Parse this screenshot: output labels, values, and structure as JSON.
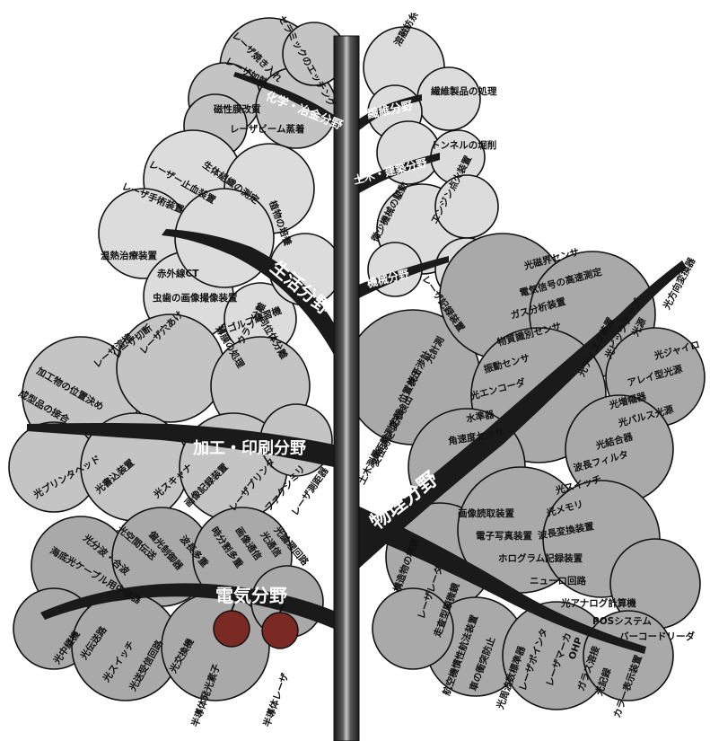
{
  "colors": {
    "cloud_light": "#dcdcdc",
    "cloud_mid": "#c4c4c4",
    "cloud_dark": "#a9a9a9",
    "branch": "#1a1a1a",
    "trunk_highlight": "#c8c8c8",
    "apple": "#7a2a22"
  },
  "categories": [
    {
      "id": "chemistry",
      "name": "化学・冶金分野",
      "items": [
        "セラミックのエッチング",
        "レーザ焼き入れ",
        "レーザ加熱",
        "磁性膜改質",
        "レーザビーム蒸着"
      ]
    },
    {
      "id": "textile",
      "name": "繊維分野",
      "items": [
        "溶融紡糸",
        "繊維製品の処理"
      ]
    },
    {
      "id": "civil",
      "name": "土木・建築分野",
      "items": [
        "トンネルの堀削"
      ]
    },
    {
      "id": "machine",
      "name": "機械分野",
      "items": [
        "微少機械の駆動",
        "エンジン点火装置",
        "レーザ記録装置"
      ]
    },
    {
      "id": "life",
      "name": "生活分野",
      "items": [
        "生体組織の測定",
        "レーザー止血装置",
        "レーザ手術装置",
        "温熱治療装置",
        "赤外線CT",
        "虫歯の画像撮像装置",
        "植物の培養",
        "ゴルフ練習機"
      ]
    },
    {
      "id": "printing",
      "name": "加工・印刷分野",
      "items": [
        "加工物の位置決め",
        "成型品の接合",
        "レーザ溶接",
        "レーザ切断",
        "レーザ穴あけ",
        "薄膜の処理",
        "ウラン分離",
        "同位体分離",
        "光プリンタヘッド",
        "光書込装置",
        "光スキャナ",
        "画像記録装置",
        "レーザプリンタ",
        "ファクシミリ",
        "レーザ測距器"
      ]
    },
    {
      "id": "electric",
      "name": "電気分野",
      "items": [
        "海底光ケーブル用中継器",
        "光分波・合波",
        "光空間伝送",
        "偏光制御器",
        "波長多重",
        "時分割多重",
        "画像通信",
        "光通信",
        "光論理回路",
        "光中継機",
        "光伝送路",
        "光スイッチ",
        "光送受信回路",
        "光交換機",
        "半導体発光素子",
        "半導体レーザ"
      ]
    },
    {
      "id": "physics",
      "name": "物理分野",
      "items": [
        "光磁界センサ",
        "電気信号の高速測定",
        "ガス分析装置",
        "物質識別センサ",
        "振動センサ",
        "光エンコーダ",
        "水準器",
        "角速度センサ",
        "光計測",
        "光干渉計",
        "位置検出",
        "変形検出",
        "距離測定器",
        "変位測定",
        "土木測量",
        "光ディスク装置",
        "光ピックアップ",
        "光方向変換器",
        "光源",
        "光ジャイロ",
        "アレイ型光源",
        "光増幅器",
        "光パルス光源",
        "光結合器",
        "波長フィルタ",
        "光スイッチ",
        "光メモリ",
        "波長変換装置",
        "画像読取装置",
        "電子写真装置",
        "ホログラム記録装置",
        "ニューロ回路",
        "光アナログ計算機",
        "POSシステム",
        "バーコードリーダ",
        "構造物の検査",
        "レーザレーダ",
        "走査型顕微鏡",
        "航空機慣性航法装置",
        "車の衝突防止",
        "光周波数標準器",
        "レーザポインタ",
        "レーザマーカ",
        "OHP",
        "ガラス溶接",
        "光記録",
        "カラー表示装置"
      ]
    }
  ]
}
